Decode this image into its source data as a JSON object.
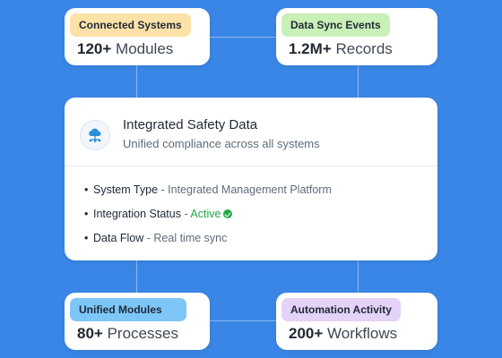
{
  "cards": {
    "connected_systems": {
      "badge": "Connected Systems",
      "badge_color": "#fde2a7",
      "number": "120+",
      "label": "Modules"
    },
    "data_sync_events": {
      "badge": "Data Sync Events",
      "badge_color": "#c9f0b6",
      "number": "1.2M+",
      "label": "Records"
    },
    "unified_modules": {
      "badge": "Unified Modules",
      "badge_color": "#7ec6f8",
      "number": "80+",
      "label": "Processes"
    },
    "automation_activity": {
      "badge": "Automation Activity",
      "badge_color": "#e4d2f8",
      "number": "200+",
      "label": "Workflows"
    }
  },
  "main": {
    "icon": "cloud-network-icon",
    "title": "Integrated Safety Data",
    "subtitle": "Unified compliance across all systems",
    "items": [
      {
        "key": "System Type",
        "sep": " - ",
        "value": "Integrated Management Platform"
      },
      {
        "key": "Integration Status",
        "sep": " - ",
        "value": "Active"
      },
      {
        "key": "Data Flow",
        "sep": " - ",
        "value": "Real time sync"
      }
    ]
  },
  "colors": {
    "background": "#3a86e6",
    "connector": "#8ab8f2",
    "active_green": "#22a845"
  }
}
